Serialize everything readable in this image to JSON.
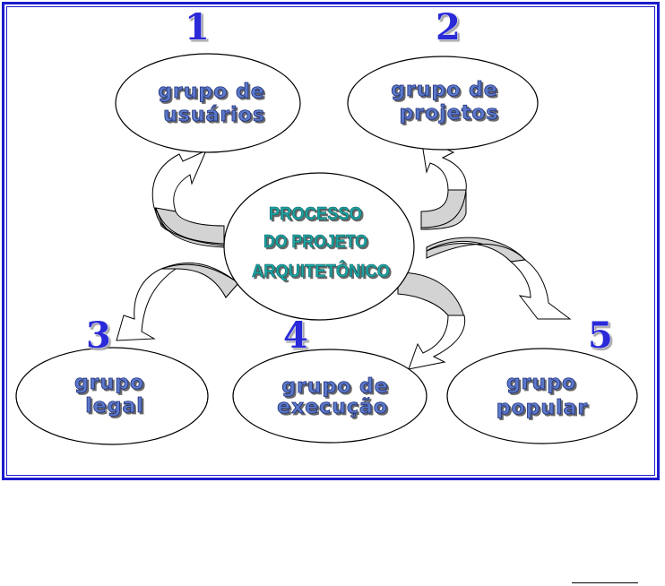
{
  "center": {
    "lines": [
      "PROCESSO",
      "DO PROJETO",
      "ARQUITETÔNICO"
    ]
  },
  "groups": [
    {
      "number": "1",
      "lines": [
        "grupo de",
        "usuários"
      ]
    },
    {
      "number": "2",
      "lines": [
        "grupo de",
        "projetos"
      ]
    },
    {
      "number": "3",
      "lines": [
        "grupo",
        "legal"
      ]
    },
    {
      "number": "4",
      "lines": [
        "grupo de",
        "execução"
      ]
    },
    {
      "number": "5",
      "lines": [
        "grupo",
        "popular"
      ]
    }
  ],
  "colors": {
    "frame": "#1c1ccc",
    "number": "#2a2ad8",
    "group_text": "#5c79c9",
    "center_text": "#1aa5a5",
    "arrow_band": "#d3d3d3"
  }
}
